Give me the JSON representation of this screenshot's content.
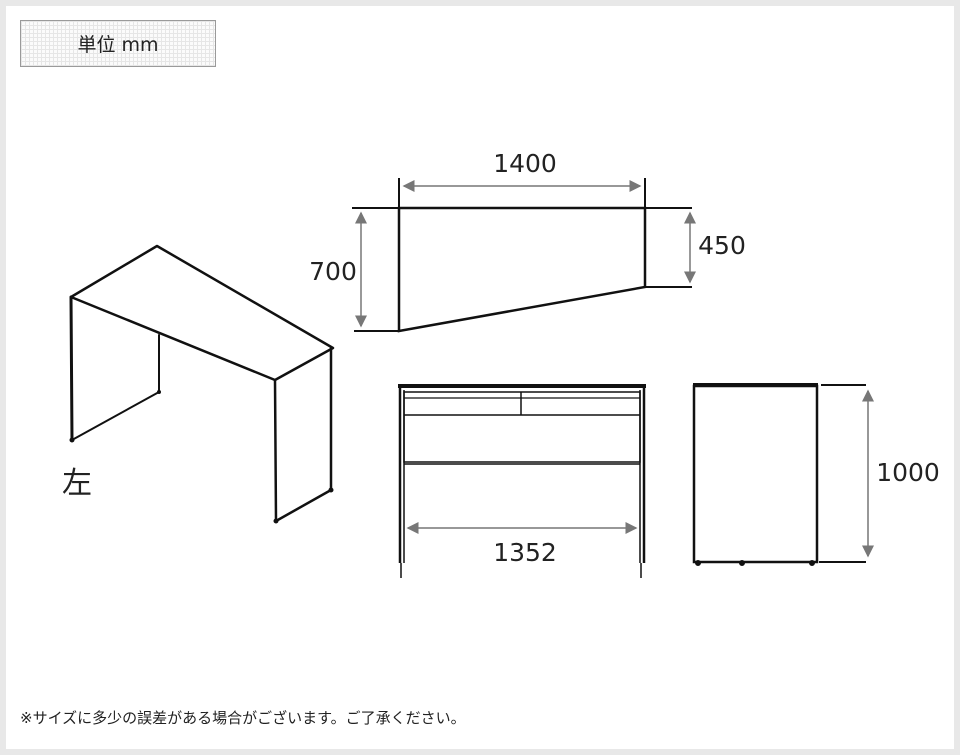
{
  "unit_label": "単位 mm",
  "views": {
    "perspective": {
      "label": "左"
    },
    "top": {
      "width_label": "1400",
      "depth_left_label": "700",
      "depth_right_label": "450"
    },
    "front": {
      "inner_width_label": "1352"
    },
    "side": {
      "height_label": "1000"
    }
  },
  "colors": {
    "line": "#111111",
    "dimension": "#777777",
    "background": "#ffffff",
    "border": "#e8e8e8"
  },
  "footnote": "※サイズに多少の誤差がある場合がございます。ご了承ください。"
}
